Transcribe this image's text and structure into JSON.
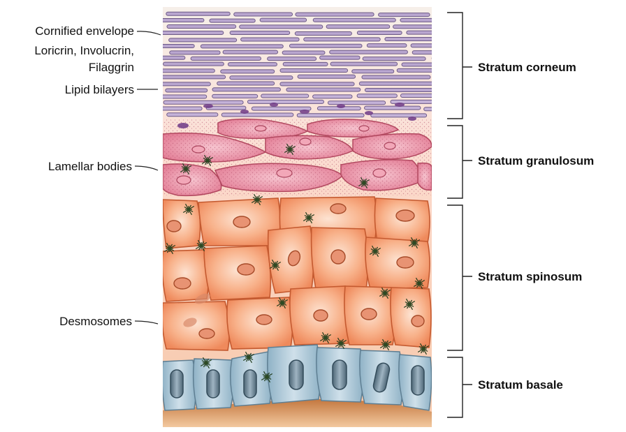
{
  "left_labels": {
    "cornified": "Cornified envelope",
    "loricrin": "Loricrin, Involucrin,",
    "filaggrin": "Filaggrin",
    "lipid": "Lipid bilayers",
    "lamellar": "Lamellar bodies",
    "desmosomes": "Desmosomes"
  },
  "layers": {
    "corneum": "Stratum corneum",
    "granulosum": "Stratum granulosum",
    "spinosum": "Stratum spinosum",
    "basale": "Stratum basale"
  },
  "colors": {
    "corneum": "#b9a6cf",
    "granulosum": "#e98aa0",
    "spinosum": "#f4a27a",
    "basale": "#a9c4d4",
    "dermis": "#c98550"
  }
}
